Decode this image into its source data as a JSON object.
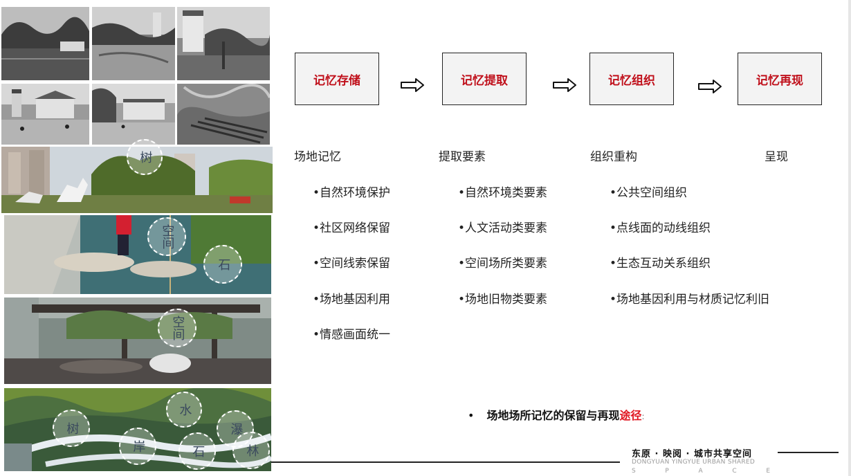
{
  "flow": {
    "steps": [
      "记忆存储",
      "记忆提取",
      "记忆组织",
      "记忆再现"
    ],
    "arrow": "⟹"
  },
  "columns": [
    {
      "title": "场地记忆",
      "items": [
        "•自然环境保护",
        "•社区网络保留",
        "•空间线索保留",
        "•场地基因利用",
        "•情感画面统一"
      ]
    },
    {
      "title": "提取要素",
      "items": [
        "•自然环境类要素",
        "•人文活动类要素",
        "•空间场所类要素",
        "•场地旧物类要素"
      ]
    },
    {
      "title": "组织重构",
      "items": [
        "•公共空间组织",
        "•点线面的动线组织",
        "•生态互动关系组织",
        "•场地基因利用与材质记忆利旧"
      ]
    },
    {
      "title": "呈现",
      "items": []
    }
  ],
  "note": {
    "bullet": "•",
    "text": "场地场所记忆的保留与再现",
    "highlight": "途径",
    "colon": ":"
  },
  "brand": {
    "cn": "东原 · 映阅 · 城市共享空间",
    "en": "DONGYUAN YINGYUE URBAN SHARED",
    "en2": [
      "S",
      "P",
      "A",
      "C",
      "E"
    ]
  },
  "photo_labels": {
    "tree1": "树",
    "space1": "空间",
    "stone1": "石",
    "space2": "空间",
    "tree2": "树",
    "shore": "岸",
    "water": "水",
    "stone2": "石",
    "waterfall": "瀑",
    "forest": "林"
  },
  "colors": {
    "accent_red": "#c0101b",
    "highlight_red": "#e0141e"
  }
}
